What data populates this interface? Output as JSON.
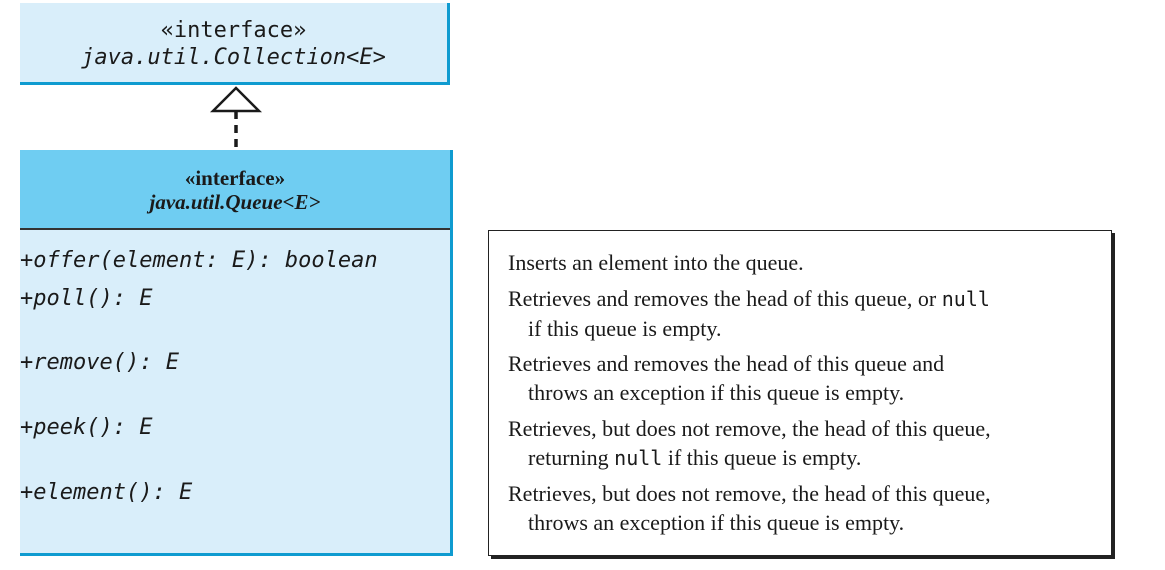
{
  "collection": {
    "stereotype": "«interface»",
    "name": "java.util.Collection<E>"
  },
  "queue": {
    "stereotype": "«interface»",
    "name": "java.util.Queue<E>",
    "methods": [
      "+offer(element: E): boolean",
      "+poll(): E",
      "+remove(): E",
      "+peek(): E",
      "+element(): E"
    ]
  },
  "descriptions": [
    {
      "line1": "Inserts an element into the queue."
    },
    {
      "line1_pre": "Retrieves and removes the head of this queue, or ",
      "line1_code": "null",
      "line2": "if this queue is empty."
    },
    {
      "line1": "Retrieves and removes the head of this queue and",
      "line2": "throws an exception if this queue is empty."
    },
    {
      "line1": "Retrieves, but does not remove, the head of this queue,",
      "line2_pre": "returning ",
      "line2_code": "null",
      "line2_post": " if this queue is empty."
    },
    {
      "line1": "Retrieves, but does not remove, the head of this queue,",
      "line2": "throws an exception if this queue is empty."
    }
  ]
}
